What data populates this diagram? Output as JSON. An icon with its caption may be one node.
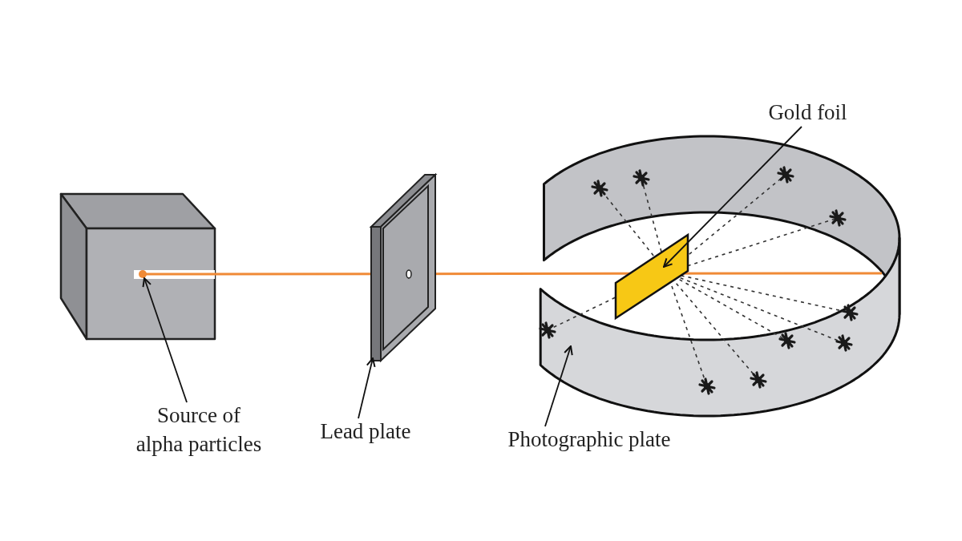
{
  "diagram": {
    "nodes": [
      {
        "text": [
          "Source of alpha particles"
        ]
      },
      {
        "text": [],
        "shape": "circle"
      },
      {
        "text": [
          "Lead plate"
        ]
      },
      {
        "text": [],
        "shape": "box"
      },
      {
        "text": [
          "Photographic plate"
        ]
      },
      {
        "text": [],
        "shape": "band"
      },
      {
        "text": [
          "Gold foil"
        ]
      },
      {
        "text": [],
        "shape": "box"
      }
    ],
    "edges": [
      {
        "from": 0,
        "to": 1,
        "arrow": "to"
      },
      {
        "from": 2,
        "to": 3,
        "arrow": "to"
      },
      {
        "from": 4,
        "to": 5,
        "arrow": "to"
      },
      {
        "from": 6,
        "to": 7,
        "arrow": "to"
      }
    ]
  }
}
